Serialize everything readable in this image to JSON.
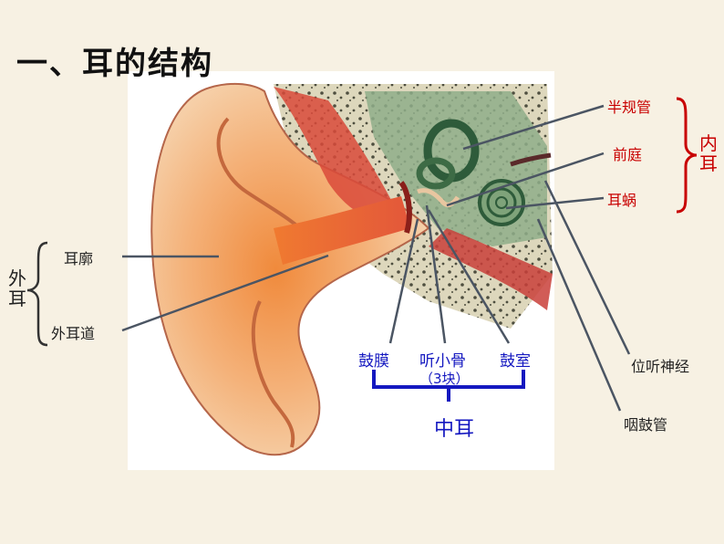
{
  "title": "一、耳的结构",
  "inner_ear": {
    "group_label": "内耳",
    "parts": [
      "半规管",
      "前庭",
      "耳蜗"
    ]
  },
  "outer_ear": {
    "group_label": "外耳",
    "parts": [
      "耳廓",
      "外耳道"
    ]
  },
  "middle_ear": {
    "group_label": "中耳",
    "parts": [
      "鼓膜",
      "听小骨",
      "鼓室"
    ],
    "ossicle_note": "（3块）"
  },
  "other_labels": {
    "vestibular_nerve": "位听神经",
    "eustachian_tube": "咽鼓管"
  },
  "colors": {
    "inner_ear_label": "#c80000",
    "middle_ear_label": "#1418c0",
    "leader_line": "#4b5563"
  }
}
